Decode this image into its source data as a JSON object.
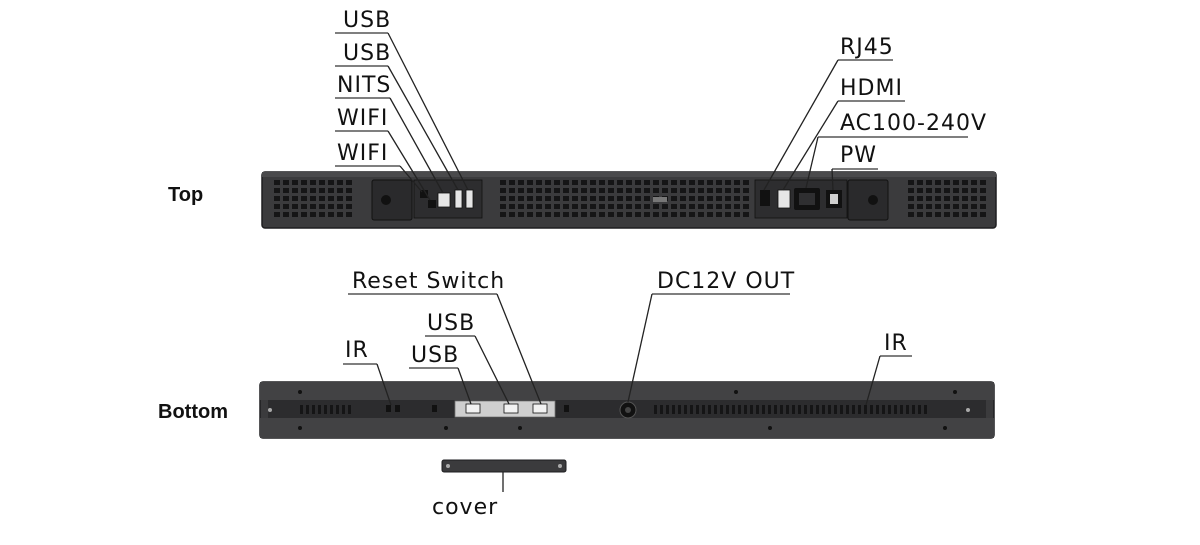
{
  "sections": {
    "top": "Top",
    "bottom": "Bottom"
  },
  "top_panel": {
    "left_callouts": [
      "USB",
      "USB",
      "NITS",
      "WIFI",
      "WIFI"
    ],
    "right_callouts": [
      "RJ45",
      "HDMI",
      "AC100-240V",
      "PW"
    ]
  },
  "bottom_panel": {
    "callouts": {
      "reset": "Reset Switch",
      "dc": "DC12V OUT",
      "usb_a": "USB",
      "usb_b": "USB",
      "ir_left": "IR",
      "ir_right": "IR"
    },
    "cover": "cover"
  },
  "colors": {
    "panel": "#3b3b3d",
    "panel_dark": "#222224",
    "vent": "#151516",
    "port": "#e6e6e6"
  }
}
